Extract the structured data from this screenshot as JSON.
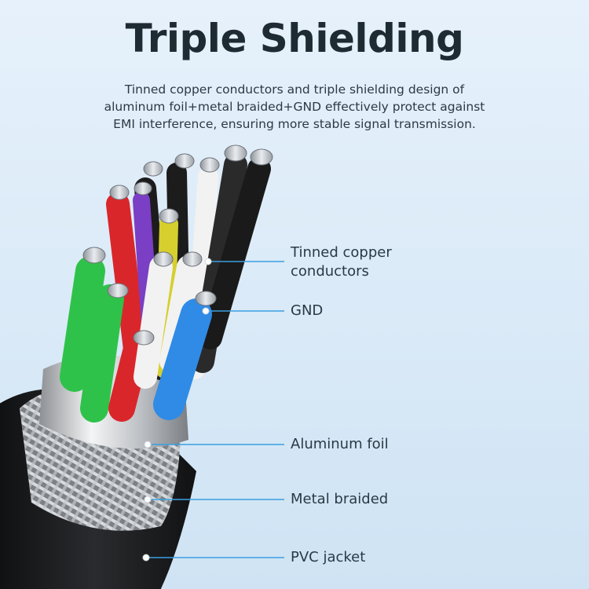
{
  "title": "Triple Shielding",
  "description": {
    "lines": [
      "Tinned copper conductors and triple shielding design of",
      "aluminum foil+metal braided+GND effectively protect against",
      "EMI interference, ensuring more stable signal transmission."
    ]
  },
  "callouts": [
    {
      "id": "tinned-copper",
      "lines": [
        "Tinned copper",
        "conductors"
      ]
    },
    {
      "id": "gnd",
      "lines": [
        "GND"
      ]
    },
    {
      "id": "aluminum-foil",
      "lines": [
        "Aluminum foil"
      ]
    },
    {
      "id": "metal-braided",
      "lines": [
        "Metal braided"
      ]
    },
    {
      "id": "pvc-jacket",
      "lines": [
        "PVC jacket"
      ]
    }
  ],
  "colors": {
    "callout_line": "#3aa0e0",
    "wire_green": "#2fc24a",
    "wire_red": "#d9262b",
    "wire_blue": "#2f8be6",
    "wire_white": "#f2f2f2",
    "wire_black": "#1c1c1c",
    "wire_purple": "#7a3fc4",
    "wire_yellow": "#d6cf2e",
    "jacket": "#1e1f21"
  }
}
